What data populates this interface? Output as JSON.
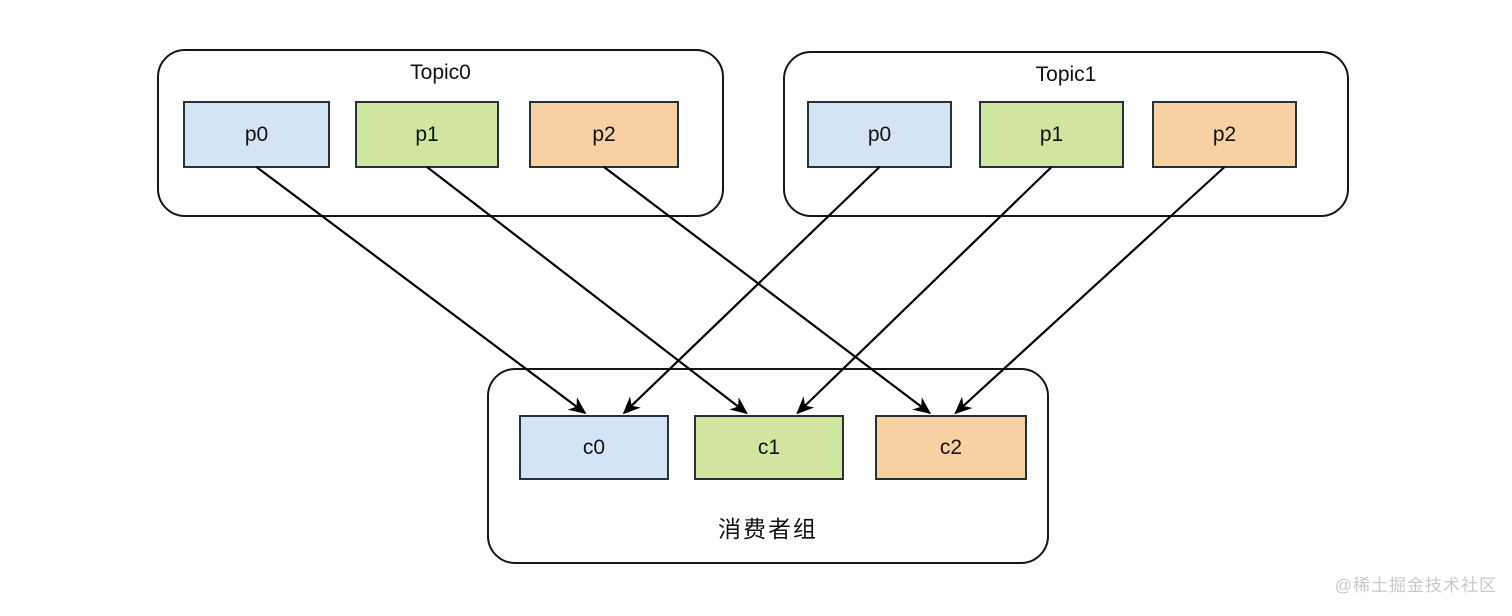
{
  "canvas": {
    "background": "#ffffff"
  },
  "colors": {
    "blue": "#d4e4f7",
    "green": "#d0e5a0",
    "orange": "#f8d1a3",
    "node_border": "#26313c",
    "container_border": "#161616",
    "arrow": "#000000",
    "text": "#111111",
    "watermark": "#c8c8c8"
  },
  "groups": {
    "topic0": {
      "title": "Topic0",
      "nodes": {
        "p0": {
          "label": "p0",
          "color": "blue"
        },
        "p1": {
          "label": "p1",
          "color": "green"
        },
        "p2": {
          "label": "p2",
          "color": "orange"
        }
      }
    },
    "topic1": {
      "title": "Topic1",
      "nodes": {
        "p0": {
          "label": "p0",
          "color": "blue"
        },
        "p1": {
          "label": "p1",
          "color": "green"
        },
        "p2": {
          "label": "p2",
          "color": "orange"
        }
      }
    },
    "consumer_group": {
      "title": "消费者组",
      "nodes": {
        "c0": {
          "label": "c0",
          "color": "blue"
        },
        "c1": {
          "label": "c1",
          "color": "green"
        },
        "c2": {
          "label": "c2",
          "color": "orange"
        }
      }
    }
  },
  "edges": [
    {
      "from": "t0p0",
      "to": "c0"
    },
    {
      "from": "t0p1",
      "to": "c1"
    },
    {
      "from": "t0p2",
      "to": "c2"
    },
    {
      "from": "t1p0",
      "to": "c0"
    },
    {
      "from": "t1p1",
      "to": "c1"
    },
    {
      "from": "t1p2",
      "to": "c2"
    }
  ],
  "watermark": "@稀土掘金技术社区"
}
